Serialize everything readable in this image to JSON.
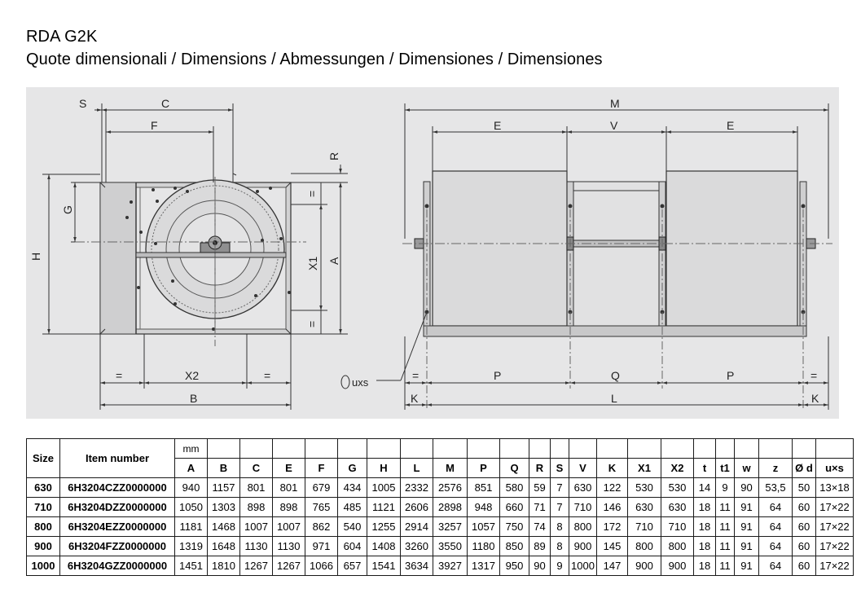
{
  "header": {
    "title": "RDA G2K",
    "subtitle": "Quote dimensionali / Dimensions / Abmessungen / Dimensiones / Dimensiones"
  },
  "drawing": {
    "labels": {
      "S": "S",
      "C": "C",
      "F": "F",
      "R": "R",
      "G": "G",
      "H": "H",
      "X1": "X1",
      "A": "A",
      "eq": "=",
      "X2": "X2",
      "B": "B",
      "M": "M",
      "E": "E",
      "V": "V",
      "P": "P",
      "Q": "Q",
      "L": "L",
      "K": "K",
      "uxs": "uxs"
    }
  },
  "table": {
    "header_size": "Size",
    "header_item": "Item number",
    "unit": "mm",
    "columns": [
      "A",
      "B",
      "C",
      "E",
      "F",
      "G",
      "H",
      "L",
      "M",
      "P",
      "Q",
      "R",
      "S",
      "V",
      "K",
      "X1",
      "X2",
      "t",
      "t1",
      "w",
      "z",
      "Ø d",
      "u×s"
    ],
    "rows": [
      {
        "size": "630",
        "item": "6H3204CZZ0000000",
        "values": [
          "940",
          "1157",
          "801",
          "801",
          "679",
          "434",
          "1005",
          "2332",
          "2576",
          "851",
          "580",
          "59",
          "7",
          "630",
          "122",
          "530",
          "530",
          "14",
          "9",
          "90",
          "53,5",
          "50",
          "13×18"
        ]
      },
      {
        "size": "710",
        "item": "6H3204DZZ0000000",
        "values": [
          "1050",
          "1303",
          "898",
          "898",
          "765",
          "485",
          "1121",
          "2606",
          "2898",
          "948",
          "660",
          "71",
          "7",
          "710",
          "146",
          "630",
          "630",
          "18",
          "11",
          "91",
          "64",
          "60",
          "17×22"
        ]
      },
      {
        "size": "800",
        "item": "6H3204EZZ0000000",
        "values": [
          "1181",
          "1468",
          "1007",
          "1007",
          "862",
          "540",
          "1255",
          "2914",
          "3257",
          "1057",
          "750",
          "74",
          "8",
          "800",
          "172",
          "710",
          "710",
          "18",
          "11",
          "91",
          "64",
          "60",
          "17×22"
        ]
      },
      {
        "size": "900",
        "item": "6H3204FZZ0000000",
        "values": [
          "1319",
          "1648",
          "1130",
          "1130",
          "971",
          "604",
          "1408",
          "3260",
          "3550",
          "1180",
          "850",
          "89",
          "8",
          "900",
          "145",
          "800",
          "800",
          "18",
          "11",
          "91",
          "64",
          "60",
          "17×22"
        ]
      },
      {
        "size": "1000",
        "item": "6H3204GZZ0000000",
        "values": [
          "1451",
          "1810",
          "1267",
          "1267",
          "1066",
          "657",
          "1541",
          "3634",
          "3927",
          "1317",
          "950",
          "90",
          "9",
          "1000",
          "147",
          "900",
          "900",
          "18",
          "11",
          "91",
          "64",
          "60",
          "17×22"
        ]
      }
    ]
  }
}
